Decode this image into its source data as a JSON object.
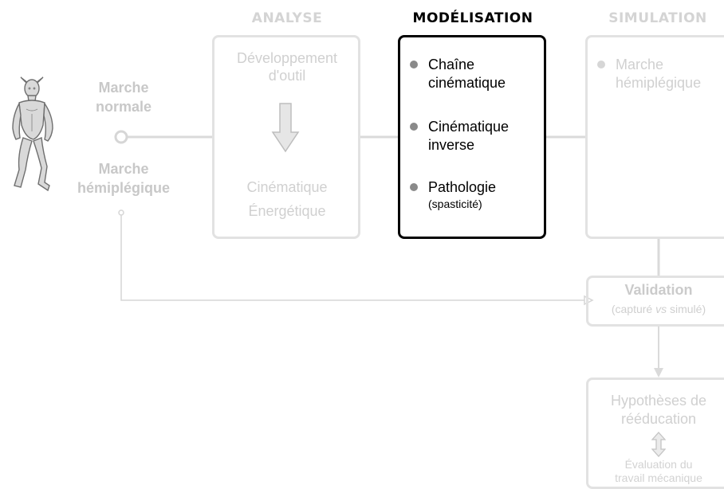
{
  "headers": {
    "analyse": "ANALYSE",
    "modelisation": "MODÉLISATION",
    "simulation": "SIMULATION"
  },
  "left": {
    "normal_line1": "Marche",
    "normal_line2": "normale",
    "hemi_line1": "Marche",
    "hemi_line2": "hémiplégique"
  },
  "analyse_box": {
    "top_line1": "Développement",
    "top_line2": "d'outil",
    "bottom_line1": "Cinématique",
    "bottom_line2": "Énergétique"
  },
  "modelisation_box": {
    "item1_line1": "Chaîne",
    "item1_line2": "cinématique",
    "item2_line1": "Cinématique",
    "item2_line2": "inverse",
    "item3_line1": "Pathologie",
    "item3_note": "(spasticité)"
  },
  "simulation_box": {
    "item1_line1": "Marche",
    "item1_line2": "hémiplégique"
  },
  "validation_box": {
    "title": "Validation",
    "note_part1": "(capturé ",
    "note_italic": "vs",
    "note_part2": " simulé)"
  },
  "hypotheses_box": {
    "line1": "Hypothèses de",
    "line2": "rééducation",
    "line3": "Évaluation du",
    "line4": "travail mécanique"
  },
  "colors": {
    "faded": "#d4d4d4",
    "active_border": "#000000",
    "bullet_active": "#8a8a8a"
  }
}
